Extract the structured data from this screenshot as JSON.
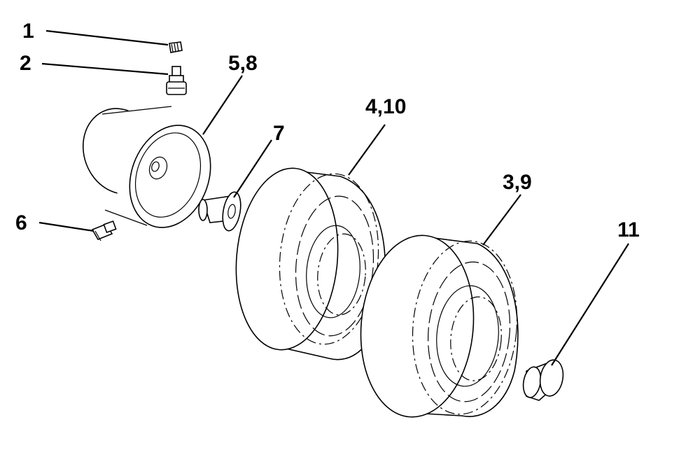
{
  "diagram": {
    "callouts": {
      "c1": "1",
      "c2": "2",
      "c58": "5,8",
      "c7": "7",
      "c410": "4,10",
      "c39": "3,9",
      "c6": "6",
      "c11": "11"
    }
  }
}
